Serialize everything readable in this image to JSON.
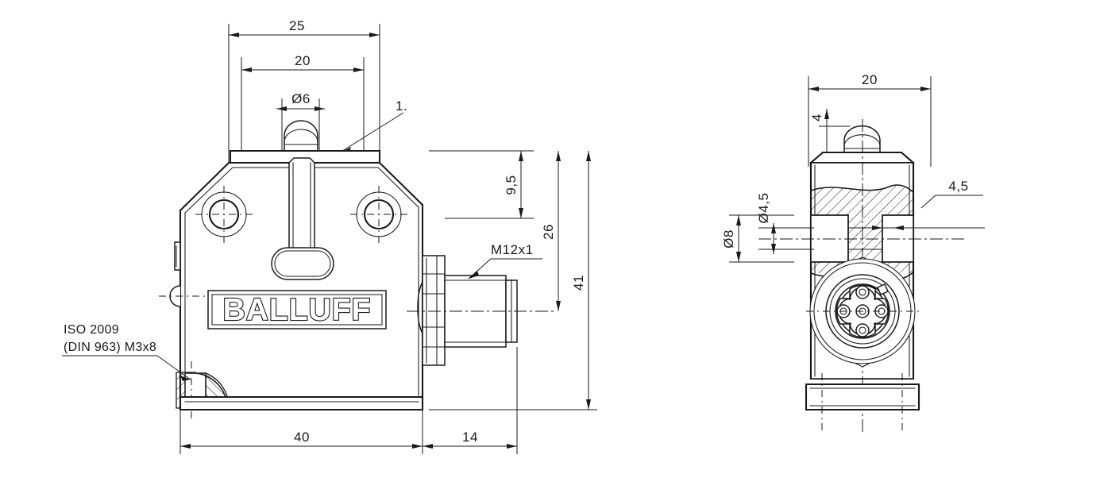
{
  "drawing": {
    "title": "BALLUFF sensor housing technical drawing",
    "brand_logo_text": "BALLUFF",
    "views": {
      "front": {
        "name": "front-view"
      },
      "side": {
        "name": "side-view"
      }
    },
    "notes": {
      "callout_1": "1.",
      "screw_note_line1": "ISO 2009",
      "screw_note_line2": "(DIN 963) M3x8",
      "thread_note": "M12x1"
    },
    "dimensions": {
      "front": {
        "top_overall_width": "25",
        "top_inner_width": "20",
        "top_hole_dia": "Ø6",
        "height_top": "9,5",
        "height_mid": "26",
        "height_overall": "41",
        "bottom_body_length": "40",
        "bottom_connector_length": "14"
      },
      "side": {
        "overall_width": "20",
        "dome_offset": "4",
        "bore_small_dia": "Ø4,5",
        "bore_large_dia": "Ø8",
        "step_width": "4,5"
      }
    },
    "colors": {
      "line": "#1a1a1a",
      "background": "#ffffff"
    }
  }
}
